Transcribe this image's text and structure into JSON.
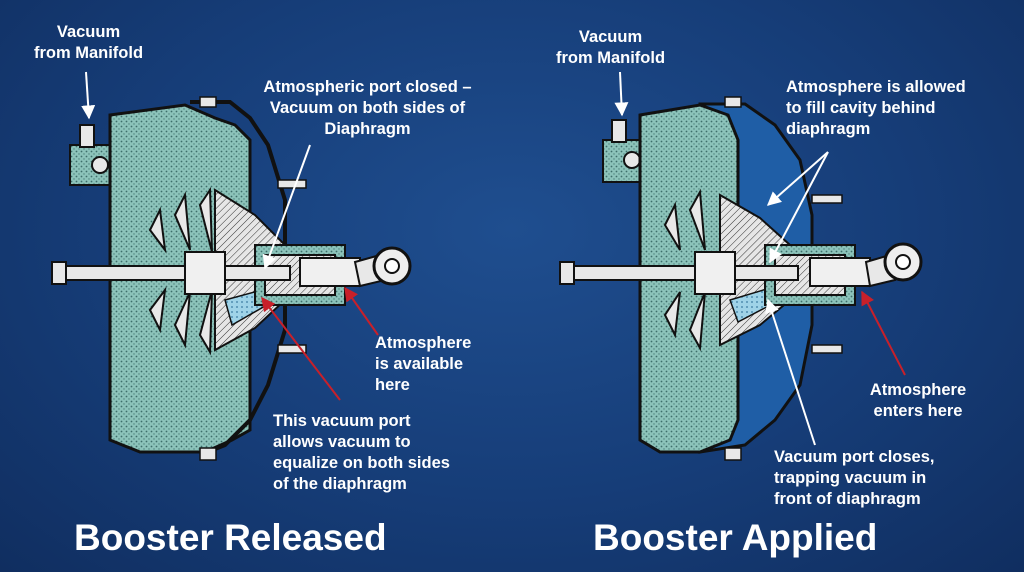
{
  "colors": {
    "background": "#174180",
    "housing_vacuum": "#7fb8b0",
    "atmosphere_fill": "#1e5fa8",
    "metal": "#d8d8d8",
    "arrow_white": "#ffffff",
    "arrow_red": "#c8202a"
  },
  "left": {
    "title": "Booster Released",
    "vacuum_label": [
      "Vacuum",
      "from Manifold"
    ],
    "atm_port_label": [
      "Atmospheric port closed –",
      "Vacuum on both sides of",
      "Diaphragm"
    ],
    "atm_avail_label": [
      "Atmosphere",
      "is available",
      "here"
    ],
    "vac_port_label": [
      "This vacuum port",
      "allows vacuum to",
      "equalize on both sides",
      "of the diaphragm"
    ]
  },
  "right": {
    "title": "Booster Applied",
    "vacuum_label": [
      "Vacuum",
      "from Manifold"
    ],
    "atm_fill_label": [
      "Atmosphere is allowed",
      "to fill cavity behind",
      "diaphragm"
    ],
    "atm_enters_label": [
      "Atmosphere",
      "enters here"
    ],
    "vac_closes_label": [
      "Vacuum port closes,",
      "trapping vacuum in",
      "front of diaphragm"
    ]
  }
}
